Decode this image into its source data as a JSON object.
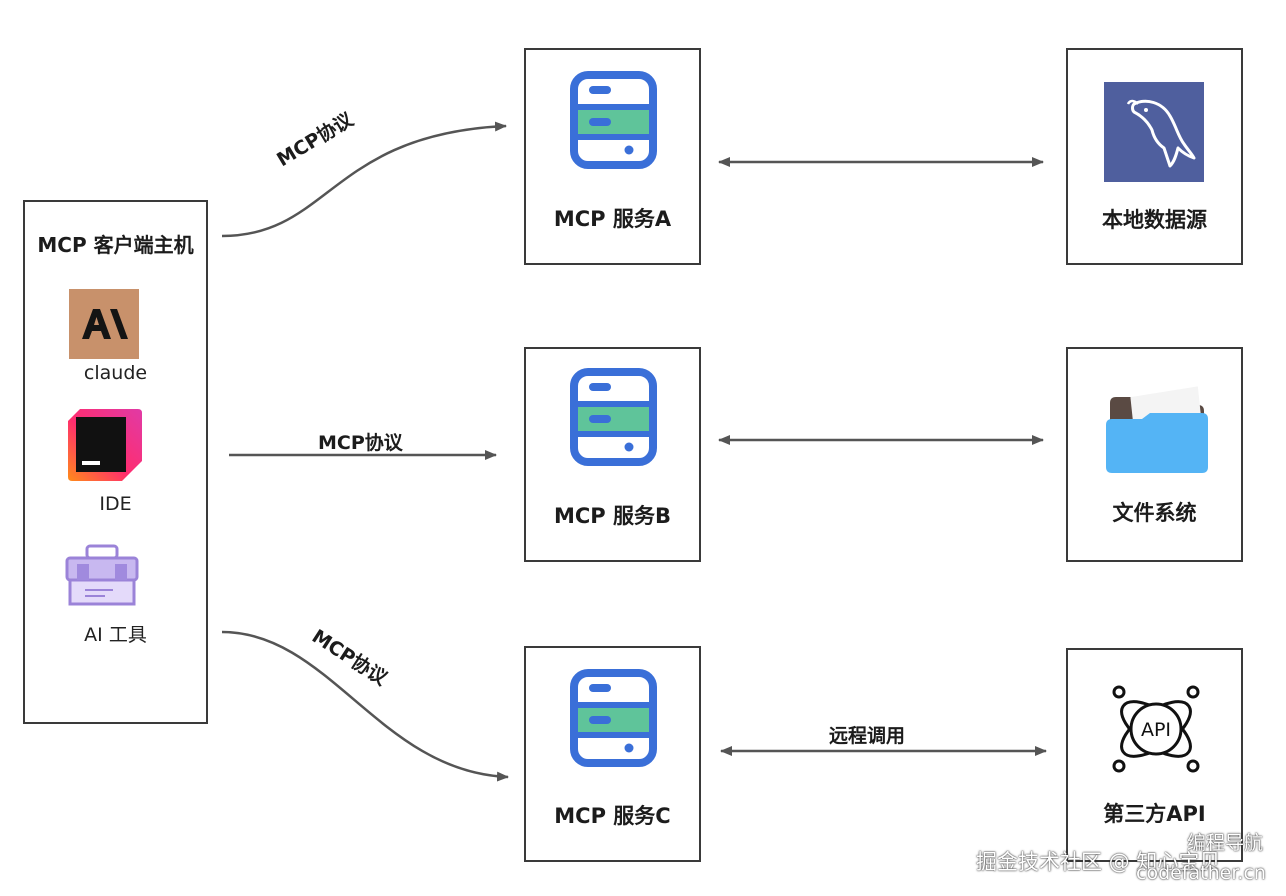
{
  "host": {
    "title": "MCP 客户端主机",
    "apps": [
      {
        "label": "claude",
        "logo_text": "A\\"
      },
      {
        "label": "IDE"
      },
      {
        "label": "AI 工具"
      }
    ]
  },
  "protocol_labels": [
    "MCP协议",
    "MCP协议",
    "MCP协议"
  ],
  "servers": [
    {
      "label": "MCP 服务A"
    },
    {
      "label": "MCP 服务B"
    },
    {
      "label": "MCP 服务C"
    }
  ],
  "resources": [
    {
      "label": "本地数据源"
    },
    {
      "label": "文件系统"
    },
    {
      "label": "第三方API",
      "icon_text": "API"
    }
  ],
  "remote_call_label": "远程调用",
  "watermarks": {
    "main": "掘金技术社区 @ 知心宝贝",
    "corner_top": "编程导航",
    "corner_bottom": "codefather.cn"
  },
  "colors": {
    "server_blue": "#3a6fd8",
    "server_green": "#5fc49a",
    "mysql_bg": "#4f5f9e",
    "claude_bg": "#c8916b",
    "folder_blue": "#54b4f5",
    "toolbox_purple": "#9b83d8",
    "line": "#555555"
  }
}
